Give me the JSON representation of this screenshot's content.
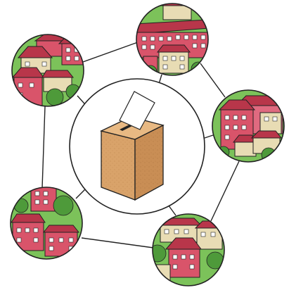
{
  "diagram": {
    "center": {
      "icon": "ballot-box-icon"
    },
    "districts": [
      {
        "id": "district-top",
        "icon": "neighborhood-icon"
      },
      {
        "id": "district-upper-left",
        "icon": "neighborhood-icon"
      },
      {
        "id": "district-right",
        "icon": "neighborhood-icon"
      },
      {
        "id": "district-lower-left",
        "icon": "neighborhood-icon"
      },
      {
        "id": "district-bottom",
        "icon": "neighborhood-icon"
      }
    ],
    "colors": {
      "roof_red": "#b8364a",
      "wall_red": "#d9546a",
      "wall_beige": "#e8dcb4",
      "tree_green": "#4e9a3a",
      "grass_green": "#7cc25a",
      "box_face": "#d9a36a",
      "box_side": "#c98e55",
      "box_top": "#e8b983",
      "outline": "#222222"
    }
  }
}
